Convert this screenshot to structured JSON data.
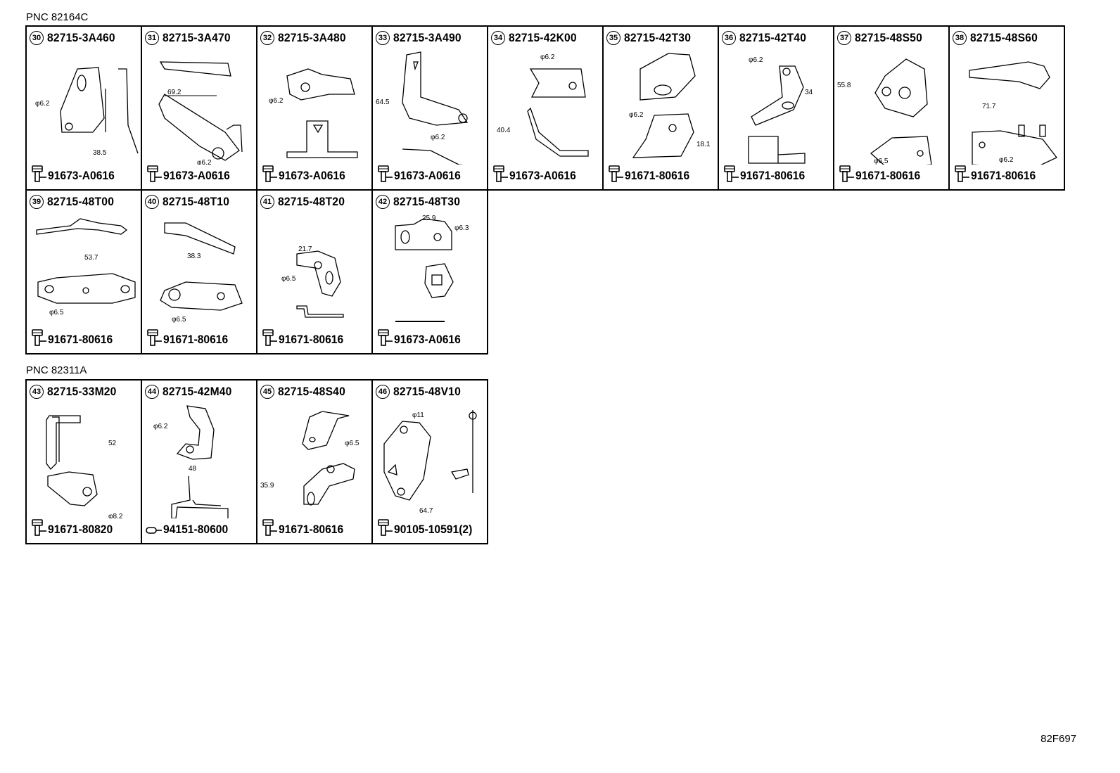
{
  "sections": [
    {
      "pnc": "PNC 82164C",
      "rows": [
        [
          {
            "num": "30",
            "part": "82715-3A460",
            "fastener": "91673-A0616",
            "dims": [
              "φ6.2",
              "38.5"
            ],
            "fastener_icon": "bolt-icon"
          },
          {
            "num": "31",
            "part": "82715-3A470",
            "fastener": "91673-A0616",
            "dims": [
              "69.2",
              "φ6.2"
            ],
            "fastener_icon": "bolt-icon"
          },
          {
            "num": "32",
            "part": "82715-3A480",
            "fastener": "91673-A0616",
            "dims": [
              "φ6.2"
            ],
            "fastener_icon": "bolt-icon"
          },
          {
            "num": "33",
            "part": "82715-3A490",
            "fastener": "91673-A0616",
            "dims": [
              "64.5",
              "φ6.2"
            ],
            "fastener_icon": "bolt-icon"
          },
          {
            "num": "34",
            "part": "82715-42K00",
            "fastener": "91673-A0616",
            "dims": [
              "φ6.2",
              "40.4"
            ],
            "fastener_icon": "bolt-icon"
          },
          {
            "num": "35",
            "part": "82715-42T30",
            "fastener": "91671-80616",
            "dims": [
              "φ6.2",
              "18.1"
            ],
            "fastener_icon": "bolt-icon"
          },
          {
            "num": "36",
            "part": "82715-42T40",
            "fastener": "91671-80616",
            "dims": [
              "φ6.2",
              "34"
            ],
            "fastener_icon": "bolt-icon"
          },
          {
            "num": "37",
            "part": "82715-48S50",
            "fastener": "91671-80616",
            "dims": [
              "55.8",
              "φ6.5"
            ],
            "fastener_icon": "bolt-icon"
          },
          {
            "num": "38",
            "part": "82715-48S60",
            "fastener": "91671-80616",
            "dims": [
              "71.7",
              "φ6.2"
            ],
            "fastener_icon": "bolt-icon"
          }
        ],
        [
          {
            "num": "39",
            "part": "82715-48T00",
            "fastener": "91671-80616",
            "dims": [
              "53.7",
              "φ6.5"
            ],
            "fastener_icon": "bolt-icon"
          },
          {
            "num": "40",
            "part": "82715-48T10",
            "fastener": "91671-80616",
            "dims": [
              "38.3",
              "φ6.5"
            ],
            "fastener_icon": "bolt-icon"
          },
          {
            "num": "41",
            "part": "82715-48T20",
            "fastener": "91671-80616",
            "dims": [
              "21.7",
              "φ6.5"
            ],
            "fastener_icon": "bolt-icon"
          },
          {
            "num": "42",
            "part": "82715-48T30",
            "fastener": "91673-A0616",
            "dims": [
              "25.9",
              "φ6.3"
            ],
            "fastener_icon": "bolt-icon"
          }
        ]
      ]
    },
    {
      "pnc": "PNC 82311A",
      "rows": [
        [
          {
            "num": "43",
            "part": "82715-33M20",
            "fastener": "91671-80820",
            "dims": [
              "52",
              "φ8.2"
            ],
            "fastener_icon": "bolt-icon"
          },
          {
            "num": "44",
            "part": "82715-42M40",
            "fastener": "94151-80600",
            "dims": [
              "φ6.2",
              "48"
            ],
            "fastener_icon": "clip-icon"
          },
          {
            "num": "45",
            "part": "82715-48S40",
            "fastener": "91671-80616",
            "dims": [
              "φ6.5",
              "35.9"
            ],
            "fastener_icon": "bolt-icon"
          },
          {
            "num": "46",
            "part": "82715-48V10",
            "fastener": "90105-10591(2)",
            "dims": [
              "φ11",
              "64.7"
            ],
            "fastener_icon": "bolt-icon"
          }
        ]
      ]
    }
  ],
  "drawing_code": "82F697"
}
